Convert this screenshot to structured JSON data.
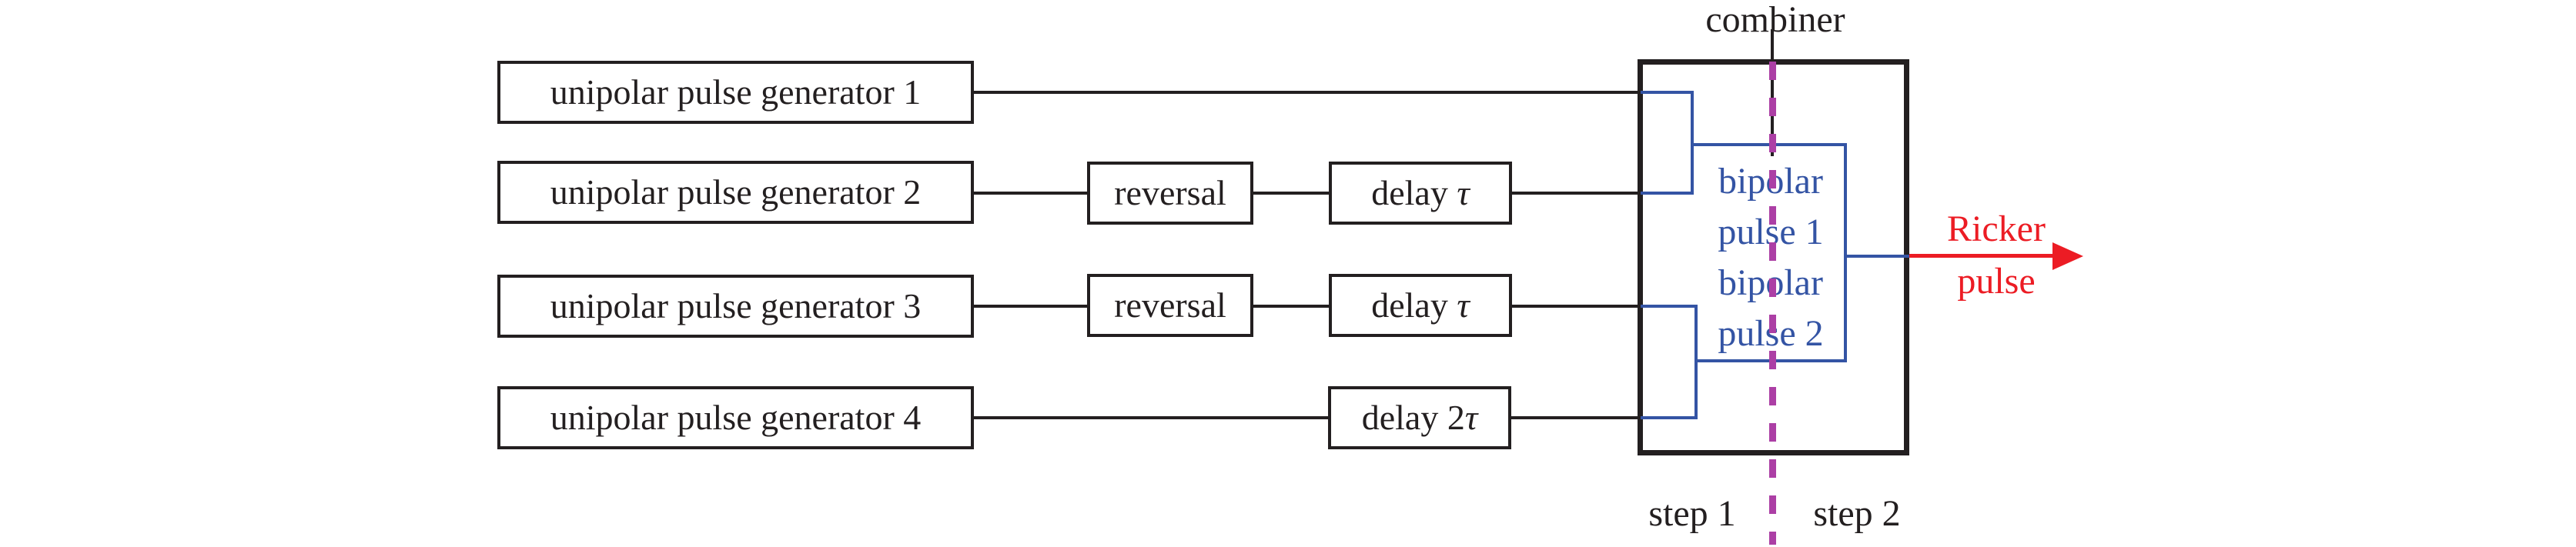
{
  "colors": {
    "line_black": "#231f20",
    "signal_blue": "#3454a4",
    "divider_purple": "#ac3fa5",
    "output_red": "#ec1c24"
  },
  "generators": [
    "unipolar pulse generator 1",
    "unipolar pulse generator 2",
    "unipolar pulse generator 3",
    "unipolar pulse generator 4"
  ],
  "processing": {
    "reversal_row2": "reversal",
    "reversal_row3": "reversal",
    "delay_row2": {
      "prefix": "delay ",
      "symbol": "τ"
    },
    "delay_row3": {
      "prefix": "delay ",
      "symbol": "τ"
    },
    "delay_row4": {
      "prefix": "delay 2",
      "symbol": "τ"
    }
  },
  "combiner": {
    "label": "combiner",
    "inner_lines": [
      "bipolar",
      "pulse 1",
      "bipolar",
      "pulse 2"
    ]
  },
  "output": {
    "line1": "Ricker",
    "line2": "pulse"
  },
  "steps": {
    "left": "step 1",
    "right": "step 2"
  }
}
